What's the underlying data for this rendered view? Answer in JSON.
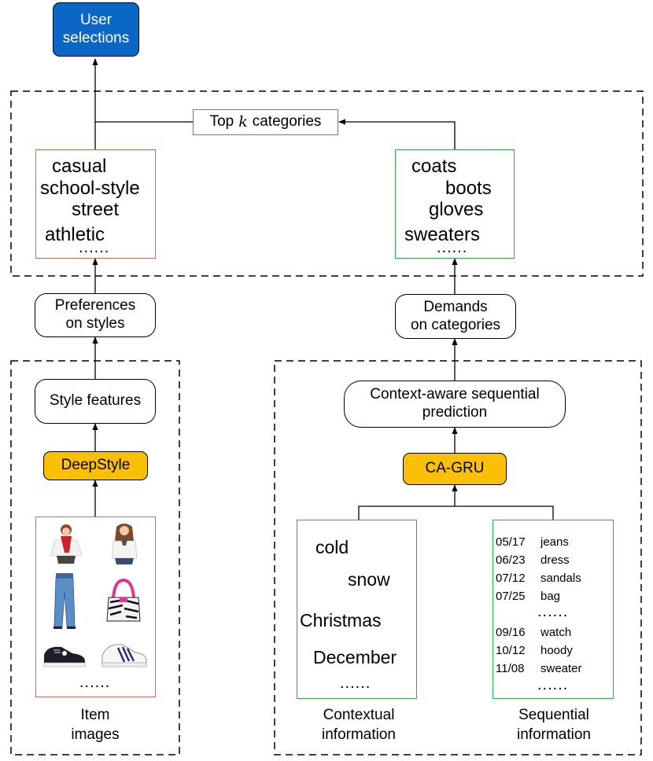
{
  "user_selections": {
    "line1": "User",
    "line2": "selections"
  },
  "top_k": {
    "prefix": "Top",
    "k": "k",
    "suffix": "categories"
  },
  "style_words": [
    "casual",
    "school-style",
    "street",
    "athletic"
  ],
  "category_words": [
    "coats",
    "boots",
    "gloves",
    "sweaters"
  ],
  "ellipsis": "......",
  "preferences": {
    "line1": "Preferences",
    "line2": "on styles"
  },
  "demands": {
    "line1": "Demands",
    "line2": "on categories"
  },
  "style_features": "Style features",
  "deepstyle": "DeepStyle",
  "context_prediction": {
    "line1": "Context-aware sequential",
    "line2": "prediction"
  },
  "ca_gru": "CA-GRU",
  "context_words": [
    "cold",
    "snow",
    "Christmas",
    "December"
  ],
  "sequence": [
    {
      "date": "05/17",
      "item": "jeans"
    },
    {
      "date": "06/23",
      "item": "dress"
    },
    {
      "date": "07/12",
      "item": "sandals"
    },
    {
      "date": "07/25",
      "item": "bag"
    },
    {
      "date": "09/16",
      "item": "watch"
    },
    {
      "date": "10/12",
      "item": "hoody"
    },
    {
      "date": "11/08",
      "item": "sweater"
    }
  ],
  "captions": {
    "item_images": {
      "line1": "Item",
      "line2": "images"
    },
    "contextual": {
      "line1": "Contextual",
      "line2": "information"
    },
    "sequential": {
      "line1": "Sequential",
      "line2": "information"
    }
  },
  "colors": {
    "accent_blue": "#0a68c4",
    "accent_orange": "#fbbf06",
    "green": "#2eaa50",
    "red": "#c7695d"
  }
}
